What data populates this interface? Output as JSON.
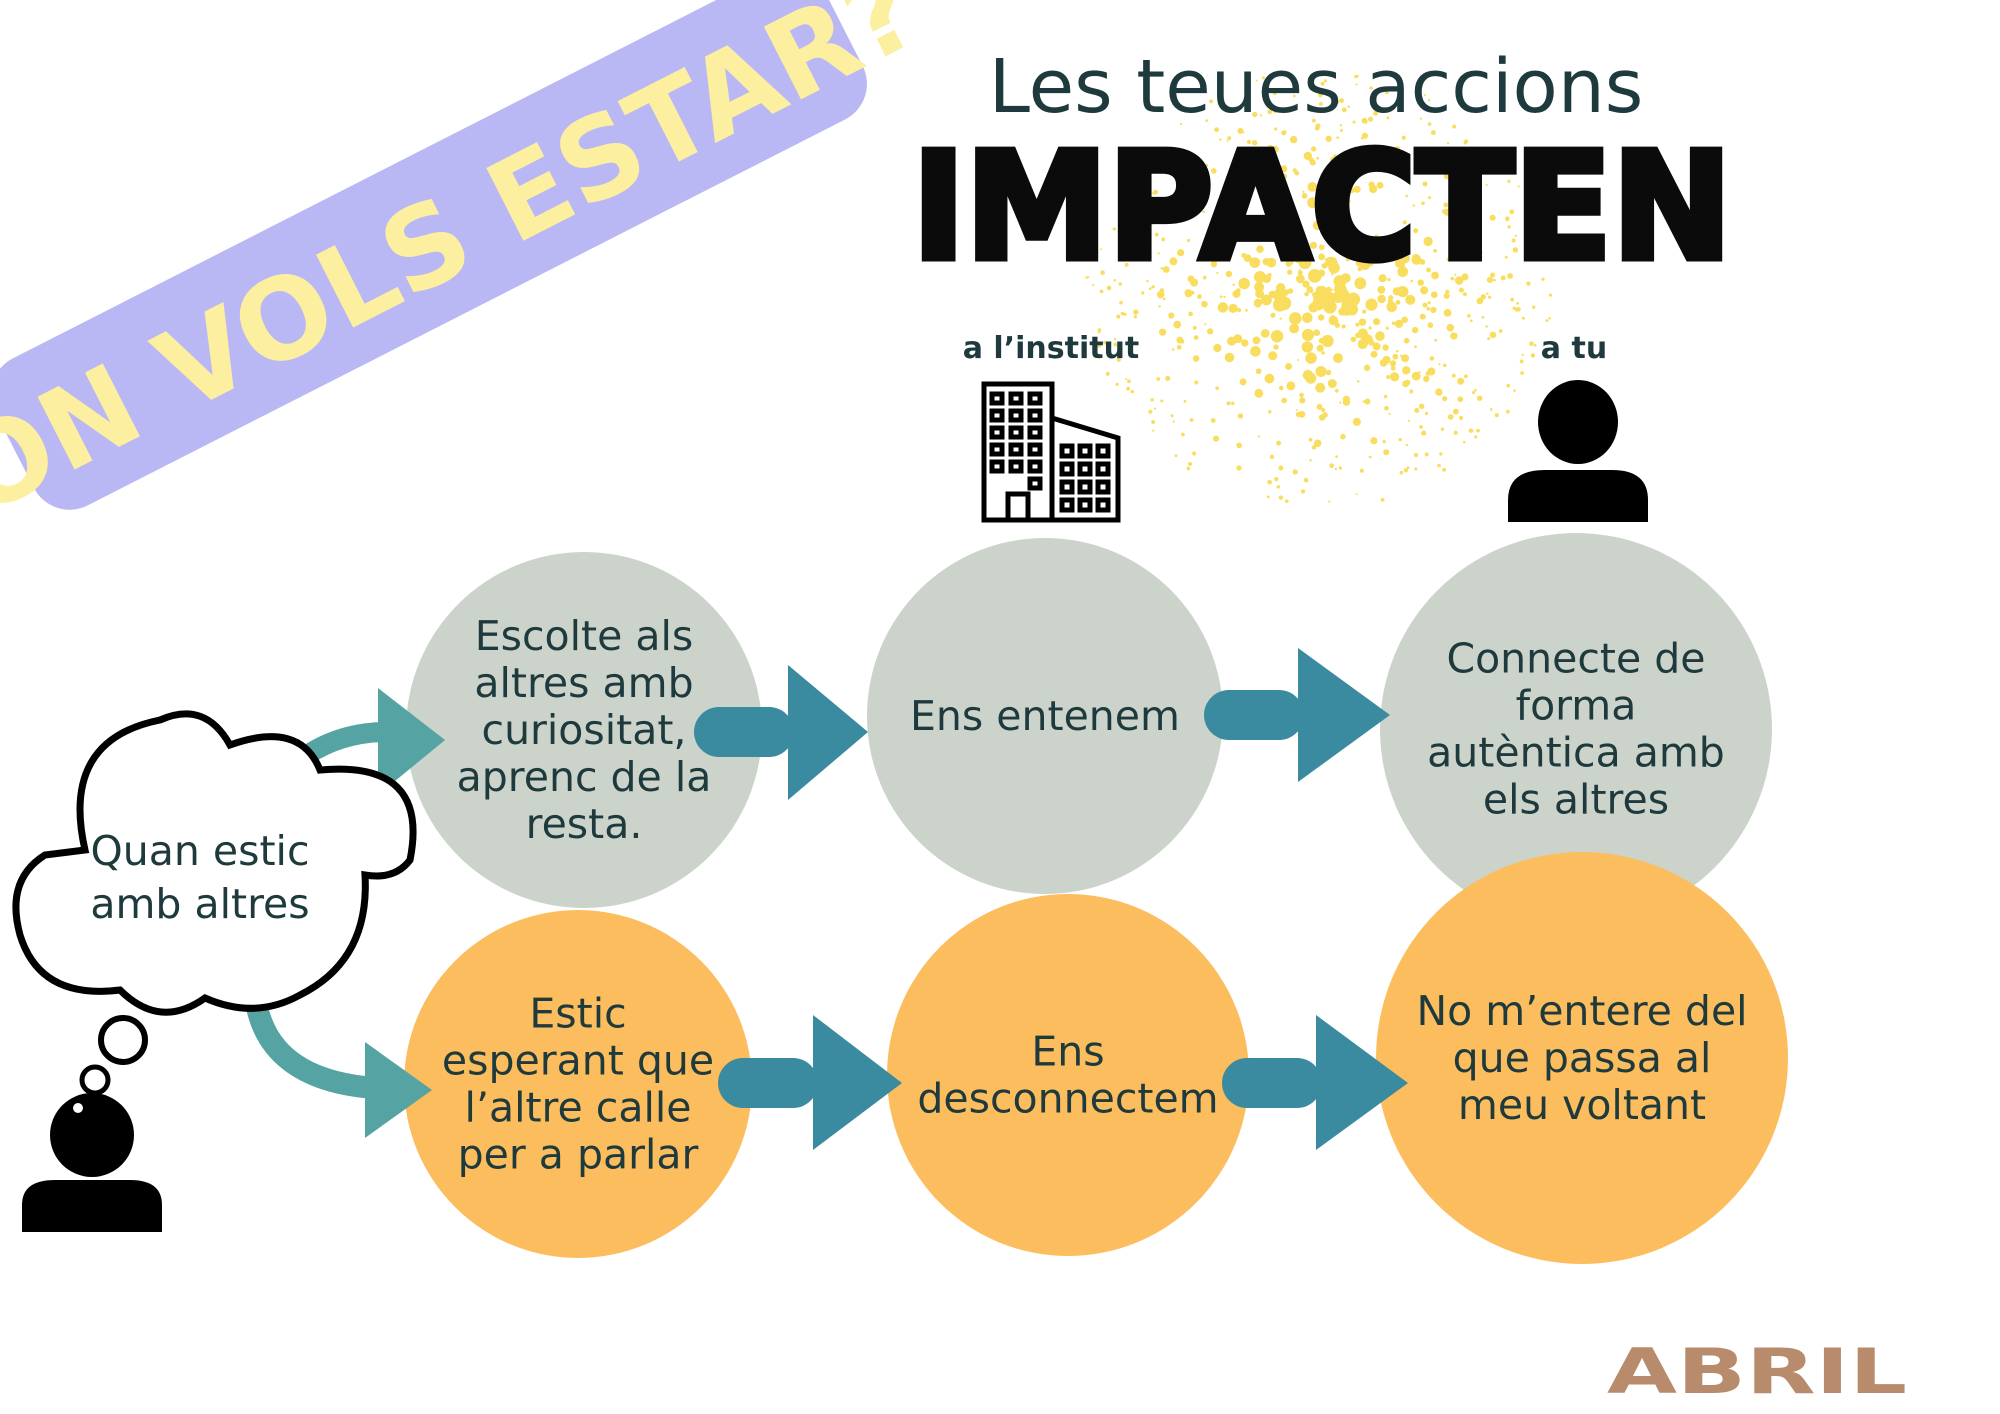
{
  "banner": {
    "text": "ON VOLS ESTAR?",
    "color": "#b9b8f5",
    "text_color": "#fcef9f"
  },
  "header": {
    "subtitle": "Les teues accions",
    "title": "IMPACTEN"
  },
  "columns": {
    "institute_label": "a l’institut",
    "you_label": "a tu"
  },
  "thought": {
    "line1": "Quan estic",
    "line2": "amb altres"
  },
  "positive_path": {
    "step1": [
      "Escolte als",
      "altres amb",
      "curiositat,",
      "aprenc de la",
      "resta."
    ],
    "step2": [
      "Ens entenem"
    ],
    "step3": [
      "Connecte de",
      "forma",
      "autèntica amb",
      "els altres"
    ]
  },
  "negative_path": {
    "step1": [
      "Estic",
      "esperant que",
      "l’altre calle",
      "per a parlar"
    ],
    "step2": [
      "Ens",
      "desconnectem"
    ],
    "step3": [
      "No m’entere del",
      "que passa al",
      "meu voltant"
    ]
  },
  "brand": {
    "logo": "ABRIL",
    "color": "#b88b6c"
  },
  "colors": {
    "gray": "#cbd3cb",
    "orange": "#fbbd5d",
    "arrow": "#3a8aa0",
    "arrow_light": "#55a3a3",
    "splatter": "#f9dd5e"
  }
}
